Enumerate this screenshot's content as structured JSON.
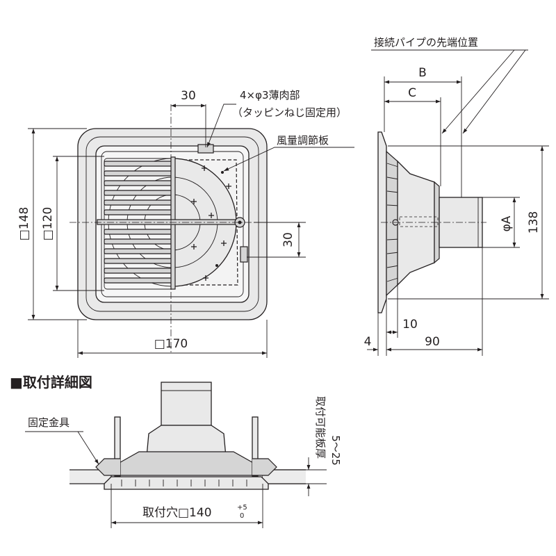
{
  "front_view": {
    "dims": {
      "outer": "□170",
      "outer_height": "□148",
      "inner_height": "□120",
      "offset_top": "30",
      "offset_side": "30"
    },
    "labels": {
      "screw_holes_line1": "4×φ3薄肉部",
      "screw_holes_line2": "（タッピンねじ固定用）",
      "damper": "風量調節板"
    }
  },
  "side_view": {
    "label_pipe": "接続パイプの先端位置",
    "dims": {
      "b": "B",
      "c": "C",
      "phi_a": "φA",
      "height": "138",
      "d10": "10",
      "d4": "4",
      "d90": "90"
    }
  },
  "detail_view": {
    "title": "■取付詳細図",
    "label_bracket": "固定金具",
    "label_board_line1": "取付可能板厚",
    "label_board_line2": "5～25",
    "hole_text": "取付穴□140",
    "tol_plus": "+5",
    "tol_minus": "0"
  }
}
